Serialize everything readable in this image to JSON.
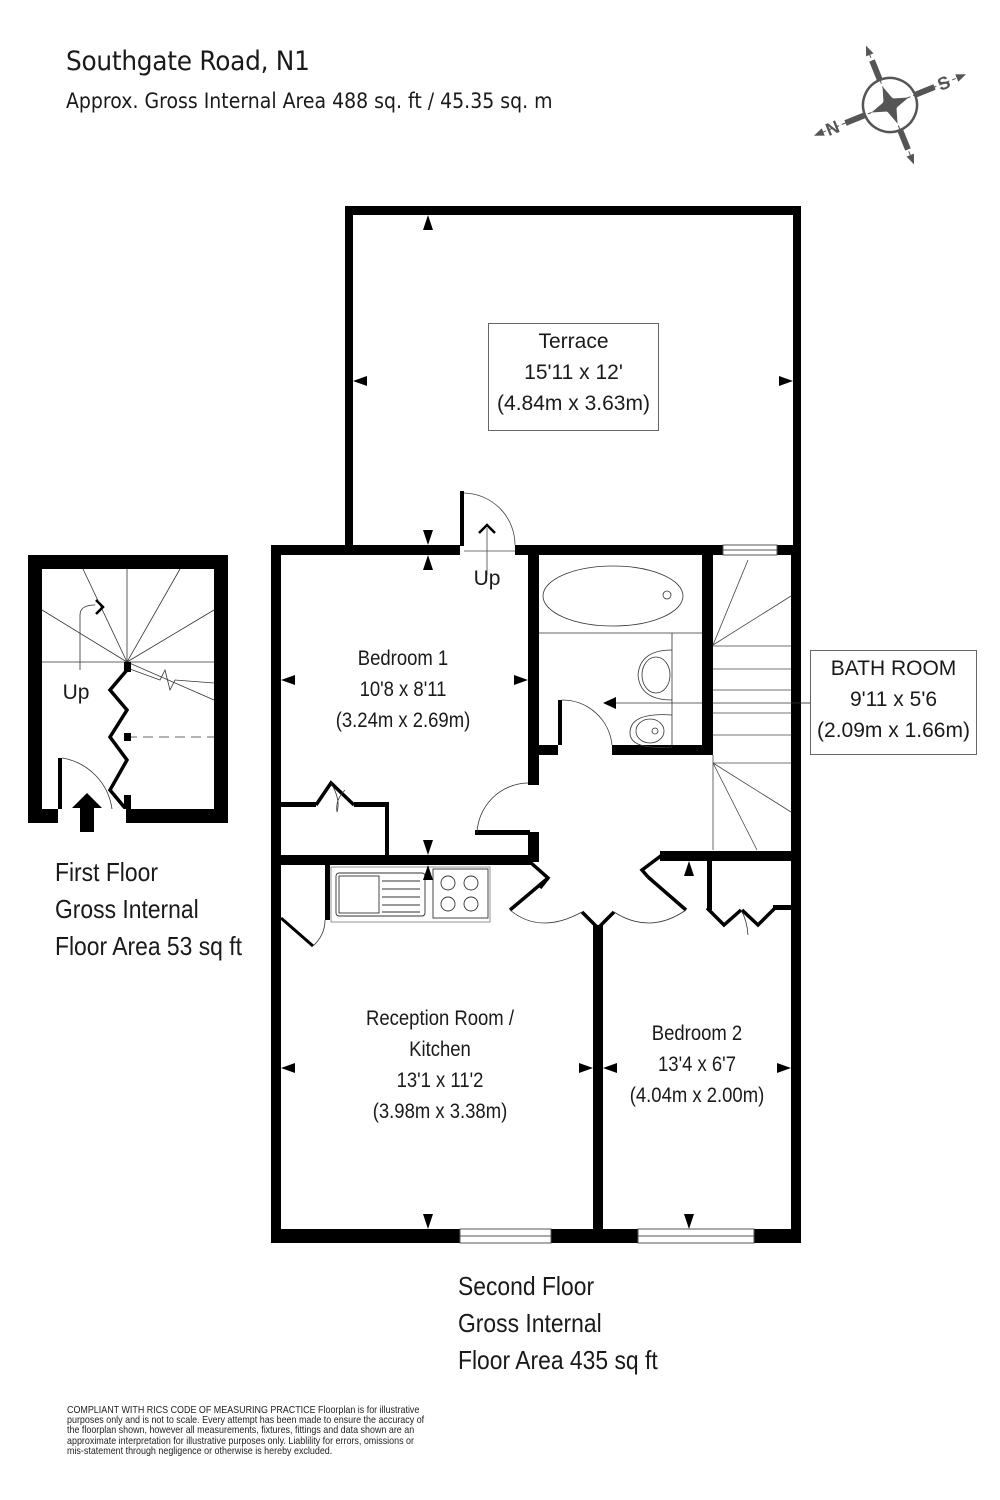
{
  "header": {
    "title": "Southgate Road, N1",
    "subtitle": "Approx. Gross Internal Area 488 sq. ft / 45.35 sq. m"
  },
  "compass": {
    "north_label": "N",
    "south_label": "S"
  },
  "rooms": {
    "terrace": {
      "name": "Terrace",
      "imperial": "15'11 x 12'",
      "metric": "(4.84m x 3.63m)"
    },
    "bedroom1": {
      "name": "Bedroom 1",
      "imperial": "10'8 x 8'11",
      "metric": "(3.24m x 2.69m)"
    },
    "bathroom": {
      "name": "BATH ROOM",
      "imperial": "9'11 x 5'6",
      "metric": "(2.09m x 1.66m)"
    },
    "reception": {
      "name_line1": "Reception Room /",
      "name_line2": "Kitchen",
      "imperial": "13'1 x 11'2",
      "metric": "(3.98m x 3.38m)"
    },
    "bedroom2": {
      "name": "Bedroom 2",
      "imperial": "13'4 x 6'7",
      "metric": "(4.04m x 2.00m)"
    }
  },
  "stairs": {
    "first_floor_label": "Up",
    "terrace_label": "Up"
  },
  "floors": {
    "first": {
      "line1": "First Floor",
      "line2": "Gross Internal",
      "line3": "Floor Area 53 sq ft"
    },
    "second": {
      "line1": "Second Floor",
      "line2": "Gross Internal",
      "line3": "Floor Area 435 sq ft"
    }
  },
  "disclaimer": "COMPLIANT WITH RICS CODE OF MEASURING PRACTICE  Floorplan is for illustrative purposes only and is not to scale. Every attempt has been made to ensure the accuracy of the floorplan shown, however all measurements, fixtures, fittings and data shown are an approximate interpretation for illustrative purposes only. Liablility for errors, omissions or mis-statement through negligence or otherwise is hereby excluded.",
  "colors": {
    "wall": "#000000",
    "line": "#333333",
    "background": "#ffffff"
  }
}
